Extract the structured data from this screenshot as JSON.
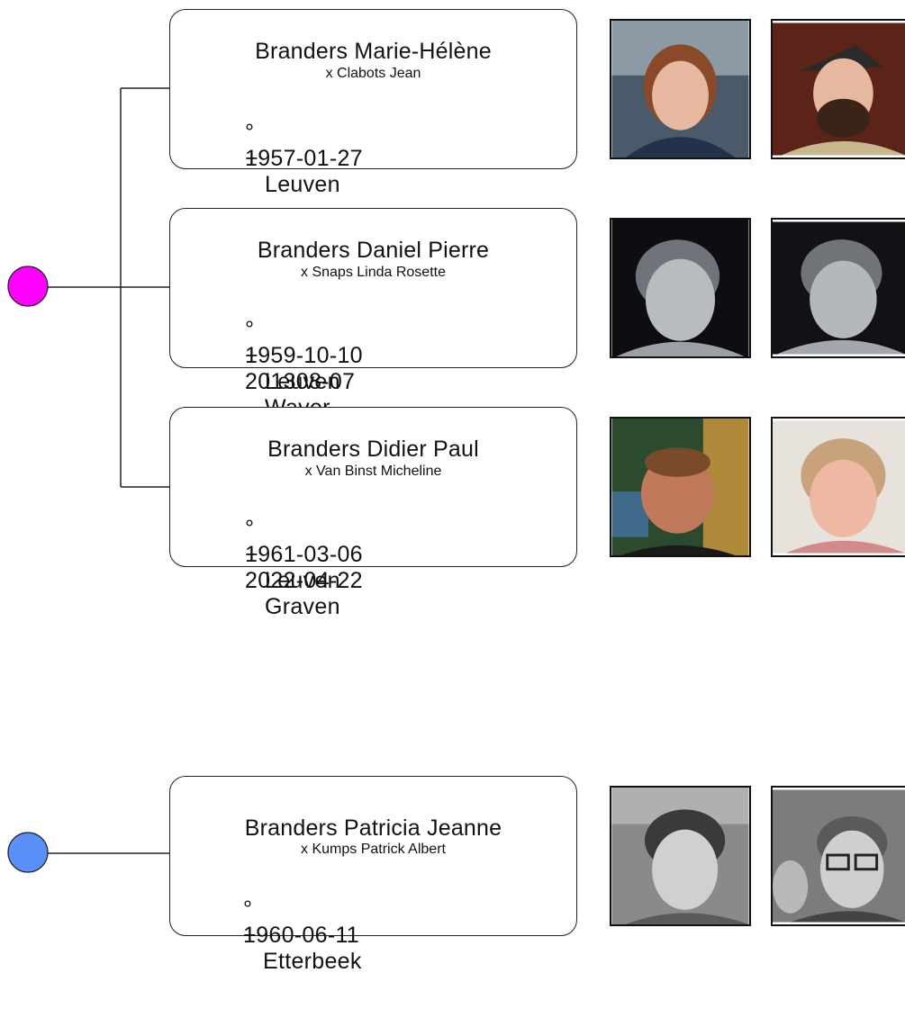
{
  "families": [
    {
      "marker_color": "#ff00ff",
      "persons": [
        {
          "name": "Branders Marie-Hélène",
          "spouse": "x Clabots Jean",
          "birth_symbol": "°",
          "birth_date": "1957-01-27",
          "birth_place": "Leuven",
          "death_symbol": "+",
          "death_date": "",
          "death_place": "",
          "photos": [
            {
              "icon": "portrait-photo-woman",
              "style": "color"
            },
            {
              "icon": "portrait-photo-man-beard",
              "style": "color"
            }
          ]
        },
        {
          "name": "Branders Daniel Pierre",
          "spouse": "x Snaps Linda Rosette",
          "birth_symbol": "°",
          "birth_date": "1959-10-10",
          "birth_place": "Leuven",
          "death_symbol": "+",
          "death_date": "201308-07",
          "death_place": "Waver",
          "photos": [
            {
              "icon": "portrait-photo-man",
              "style": "bw"
            },
            {
              "icon": "portrait-photo-woman",
              "style": "bw"
            }
          ]
        },
        {
          "name": "Branders Didier Paul",
          "spouse": "x Van Binst Micheline",
          "birth_symbol": "°",
          "birth_date": "1961-03-06",
          "birth_place": "Leuven",
          "death_symbol": "+",
          "death_date": "2022-04-22",
          "death_place": "Graven",
          "photos": [
            {
              "icon": "portrait-photo-man",
              "style": "color"
            },
            {
              "icon": "portrait-photo-woman",
              "style": "color"
            }
          ]
        }
      ]
    },
    {
      "marker_color": "#5b8ff9",
      "persons": [
        {
          "name": "Branders Patricia Jeanne",
          "spouse": "x Kumps Patrick Albert",
          "birth_symbol": "°",
          "birth_date": "1960-06-11",
          "birth_place": "Etterbeek",
          "death_symbol": "+",
          "death_date": "",
          "death_place": "",
          "photos": [
            {
              "icon": "portrait-photo-woman",
              "style": "bw"
            },
            {
              "icon": "portrait-photo-man-glasses",
              "style": "bw"
            }
          ]
        }
      ]
    }
  ]
}
